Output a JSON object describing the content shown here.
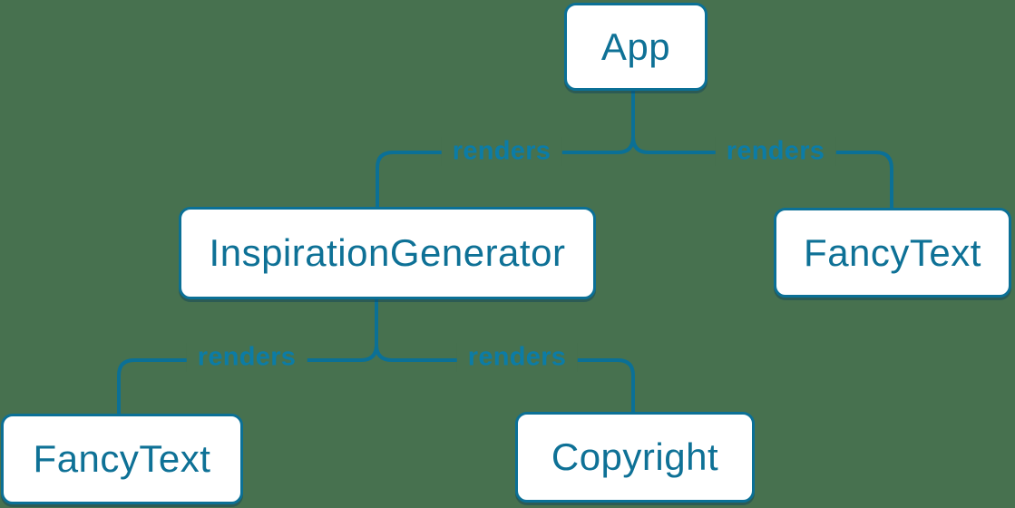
{
  "diagram": {
    "type": "component-render-tree"
  },
  "nodes": {
    "app": {
      "label": "App"
    },
    "inspiration_generator": {
      "label": "InspirationGenerator"
    },
    "fancy_text_top": {
      "label": "FancyText"
    },
    "fancy_text_bottom": {
      "label": "FancyText"
    },
    "copyright": {
      "label": "Copyright"
    }
  },
  "edges": {
    "app_to_inspiration_generator": {
      "label": "renders"
    },
    "app_to_fancy_text": {
      "label": "renders"
    },
    "inspiration_generator_to_fancy_text": {
      "label": "renders"
    },
    "inspiration_generator_to_copyright": {
      "label": "renders"
    }
  },
  "colors": {
    "background": "#47714F",
    "accent_line": "#0B7096",
    "node_text": "#0E7196",
    "edge_label_text": "#0C7CA6",
    "node_fill": "#FFFFFF",
    "node_shadow": "#0A405C"
  }
}
